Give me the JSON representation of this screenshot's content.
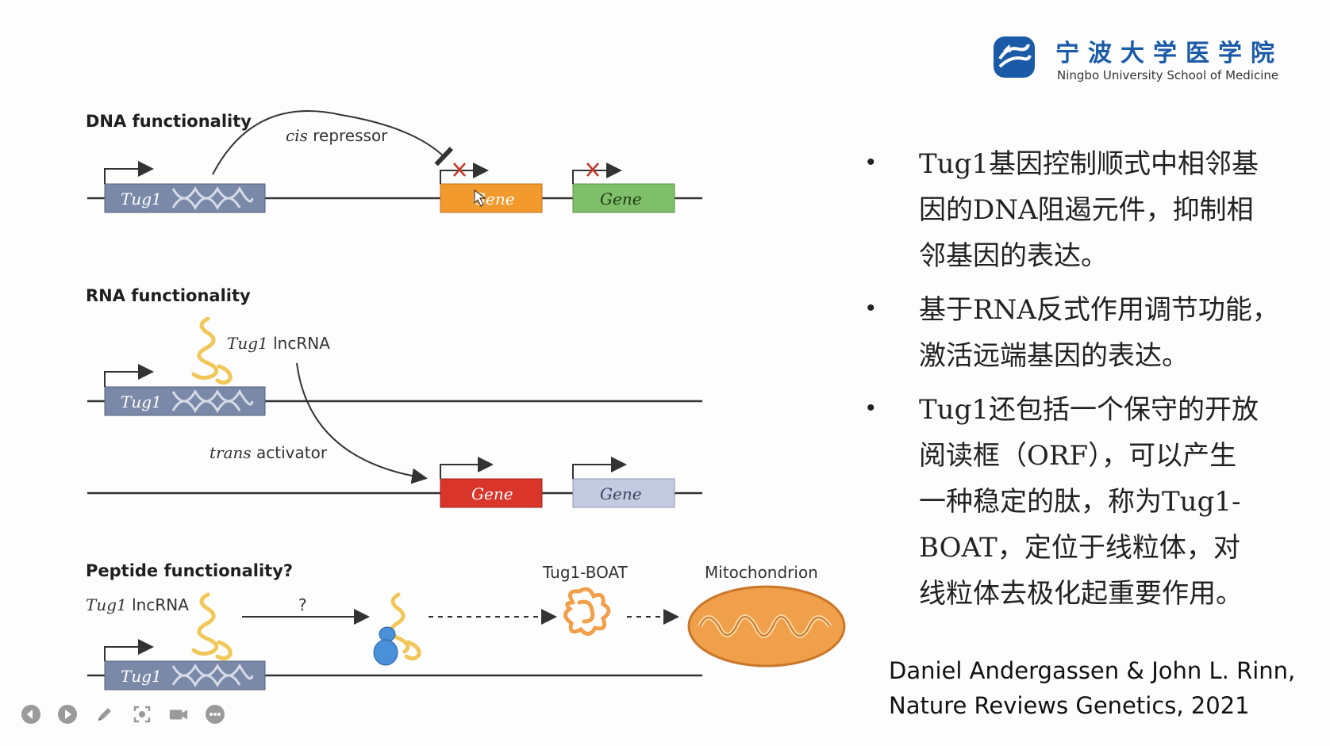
{
  "logo": {
    "name_cn": "宁波大学医学院",
    "name_en": "Ningbo University School of Medicine"
  },
  "figure": {
    "dna": {
      "title": "DNA functionality",
      "repressor_italic": "cis",
      "repressor_rest": " repressor",
      "tug1": "Tug1",
      "gene1": "Gene",
      "gene2": "Gene"
    },
    "rna": {
      "title": "RNA functionality",
      "lnc_italic": "Tug1",
      "lnc_rest": " lncRNA",
      "activator_italic": "trans",
      "activator_rest": " activator",
      "tug1": "Tug1",
      "gene1": "Gene",
      "gene2": "Gene"
    },
    "peptide": {
      "title": "Peptide functionality?",
      "lnc_italic": "Tug1",
      "lnc_rest": " lncRNA",
      "question": "?",
      "boat": "Tug1-BOAT",
      "mito": "Mitochondrion",
      "tug1": "Tug1"
    },
    "colors": {
      "tug1_box": "#7b89a8",
      "gene_orange": "#f29a2e",
      "gene_green": "#7fbf6a",
      "gene_red": "#d9352a",
      "gene_lightblue": "#c4cbe0",
      "rna_yellow": "#f1c75a",
      "mito_orange": "#f0a04a"
    }
  },
  "bullets": [
    {
      "line1": "Tug1基因控制顺式中相邻基",
      "line2": "因的DNA阻遏元件，抑制相",
      "line3": "邻基因的表达。"
    },
    {
      "line1": "基于RNA反式作用调节功能，",
      "line2": "激活远端基因的表达。"
    },
    {
      "line1": "Tug1还包括一个保守的开放",
      "line2": "阅读框（ORF），可以产生",
      "line3": "一种稳定的肽，称为Tug1-",
      "line4": "BOAT，定位于线粒体，对",
      "line5": "线粒体去极化起重要作用。"
    }
  ],
  "citation": {
    "line1": "Daniel Andergassen & John L. Rinn,",
    "line2": "Nature Reviews Genetics, 2021"
  },
  "toolbar": {
    "icons": [
      "prev-icon",
      "play-icon",
      "pen-icon",
      "screenshot-icon",
      "camera-icon",
      "more-icon"
    ]
  }
}
